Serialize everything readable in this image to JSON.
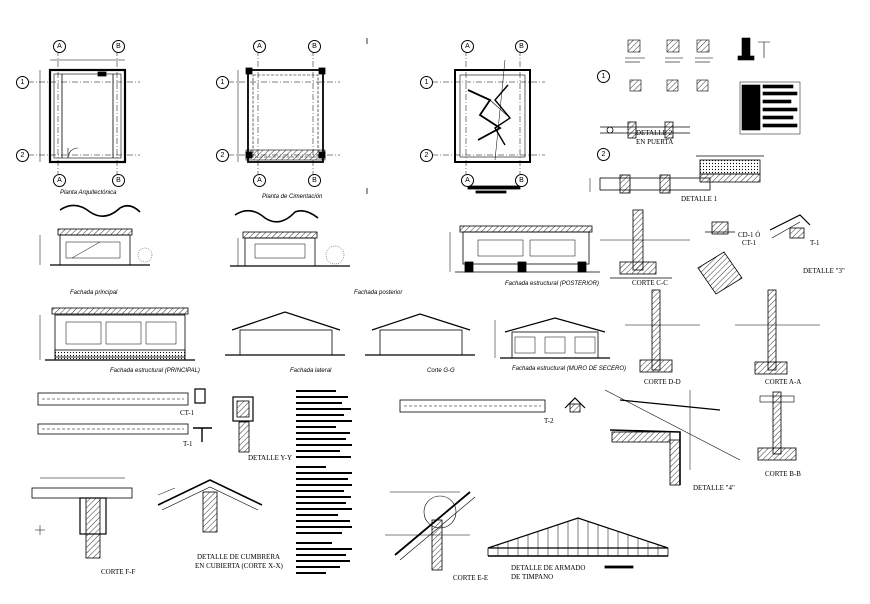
{
  "drawing": {
    "views": {
      "planta_arquitectonica": "Planta Arquitectónica",
      "planta_cimentacion": "Planta de Cimentación",
      "fachada_principal": "Fachada principal",
      "fachada_posterior": "Fachada posterior",
      "fachada_estructural_posterior": "Fachada estructural (POSTERIOR)",
      "fachada_estructural_principal": "Fachada estructural (PRINCIPAL)",
      "fachada_lateral": "Fachada lateral",
      "corte_gg": "Corte G-G",
      "fachada_estructural_muro": "Fachada estructural (MURO DE SECERO)",
      "detalle_2": "DETALLE 2",
      "en_puerta": "EN PUERTA",
      "detalle_1": "DETALLE 1",
      "corte_cc": "CORTE C-C",
      "ct1_top": "CT-1",
      "cd1": "CD-1 Ó",
      "t1_top": "T-1",
      "detalle_3": "DETALLE \"3\"",
      "corte_dd": "CORTE D-D",
      "corte_aa": "CORTE A-A",
      "ct1": "CT-1",
      "t1": "T-1",
      "detalle_yy": "DETALLE Y-Y",
      "t2": "T-2",
      "detalle_4": "DETALLE \"4\"",
      "corte_bb": "CORTE B-B",
      "corte_ff": "CORTE F-F",
      "detalle_cumbrera": "DETALLE DE CUMBRERA",
      "en_cubierta": "EN CUBIERTA (CORTE X-X)",
      "corte_ee": "CORTE E-E",
      "detalle_armado": "DETALLE DE ARMADO",
      "de_timpano": "DE TIMPANO"
    },
    "axes": {
      "a": "A",
      "b": "B",
      "one": "1",
      "two": "2"
    },
    "colors": {
      "ink": "#000000",
      "paper": "#ffffff"
    }
  }
}
